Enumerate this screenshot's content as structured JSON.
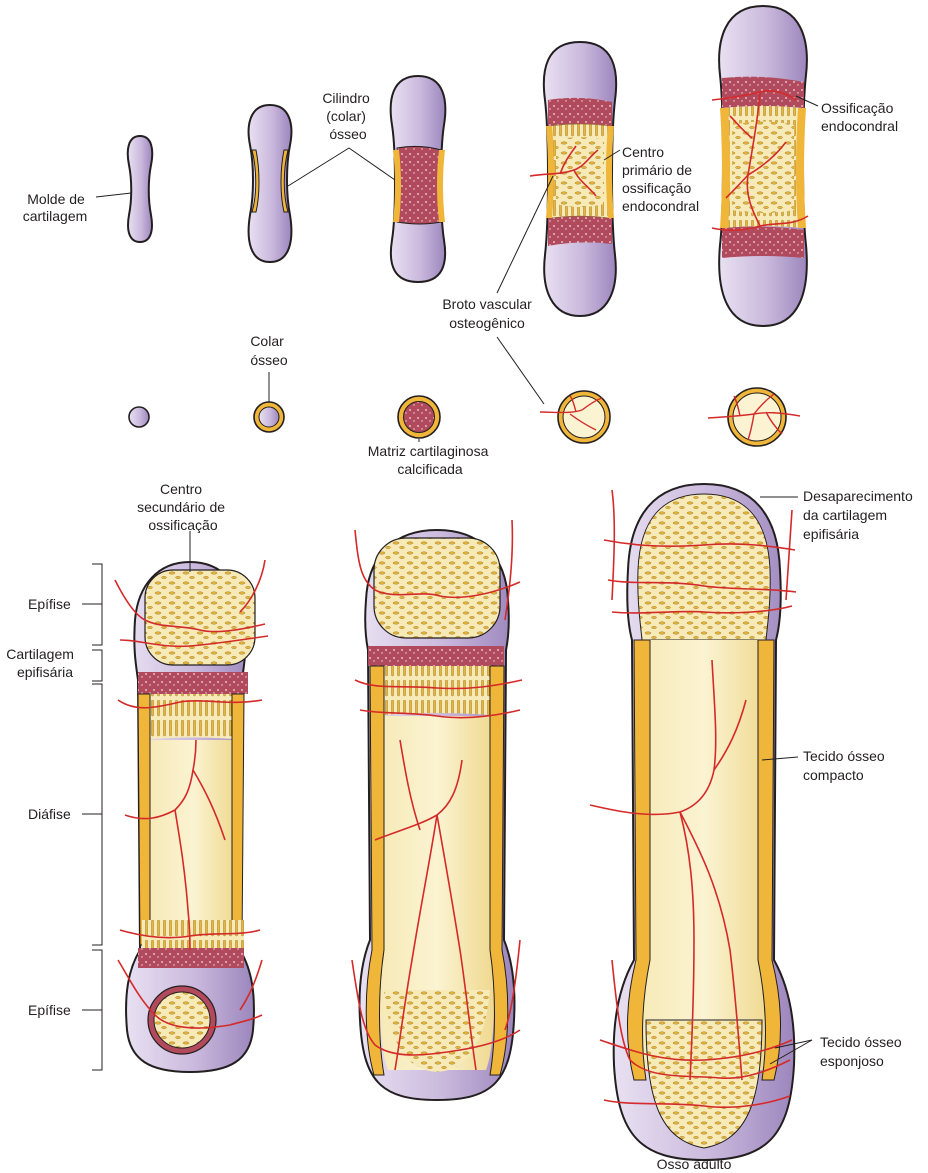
{
  "labels": {
    "molde": [
      "Molde de",
      "cartilagem"
    ],
    "cilindro": [
      "Cilindro",
      "(colar)",
      "ósseo"
    ],
    "centro_primario": [
      "Centro",
      "primário de",
      "ossificação",
      "endocondral"
    ],
    "ossificacao_endocondral": [
      "Ossificação",
      "endocondral"
    ],
    "broto": [
      "Broto vascular",
      "osteogênico"
    ],
    "colar": [
      "Colar",
      "ósseo"
    ],
    "matriz": [
      "Matriz cartilaginosa",
      "calcificada"
    ],
    "centro_secundario": [
      "Centro",
      "secundário de",
      "ossificação"
    ],
    "desaparecimento": [
      "Desaparecimento",
      "da cartilagem",
      "epifisária"
    ],
    "epifise_top": "Epífise",
    "cartilagem_epifisaria": [
      "Cartilagem",
      "epifisária"
    ],
    "diafise": "Diáfise",
    "epifise_bottom": "Epífise",
    "tecido_compacto": [
      "Tecido ósseo",
      "compacto"
    ],
    "tecido_esponjoso": [
      "Tecido ósseo",
      "esponjoso"
    ],
    "osso_adulto": "Osso adulto"
  },
  "colors": {
    "cartilage": "#c9b8dc",
    "cartilage_dark": "#9c86bd",
    "bone_collar": "#f0b63a",
    "spongy": "#f7eab7",
    "calcified": "#b04a5c",
    "vessel": "#d42a2a",
    "outline": "#231f20"
  }
}
